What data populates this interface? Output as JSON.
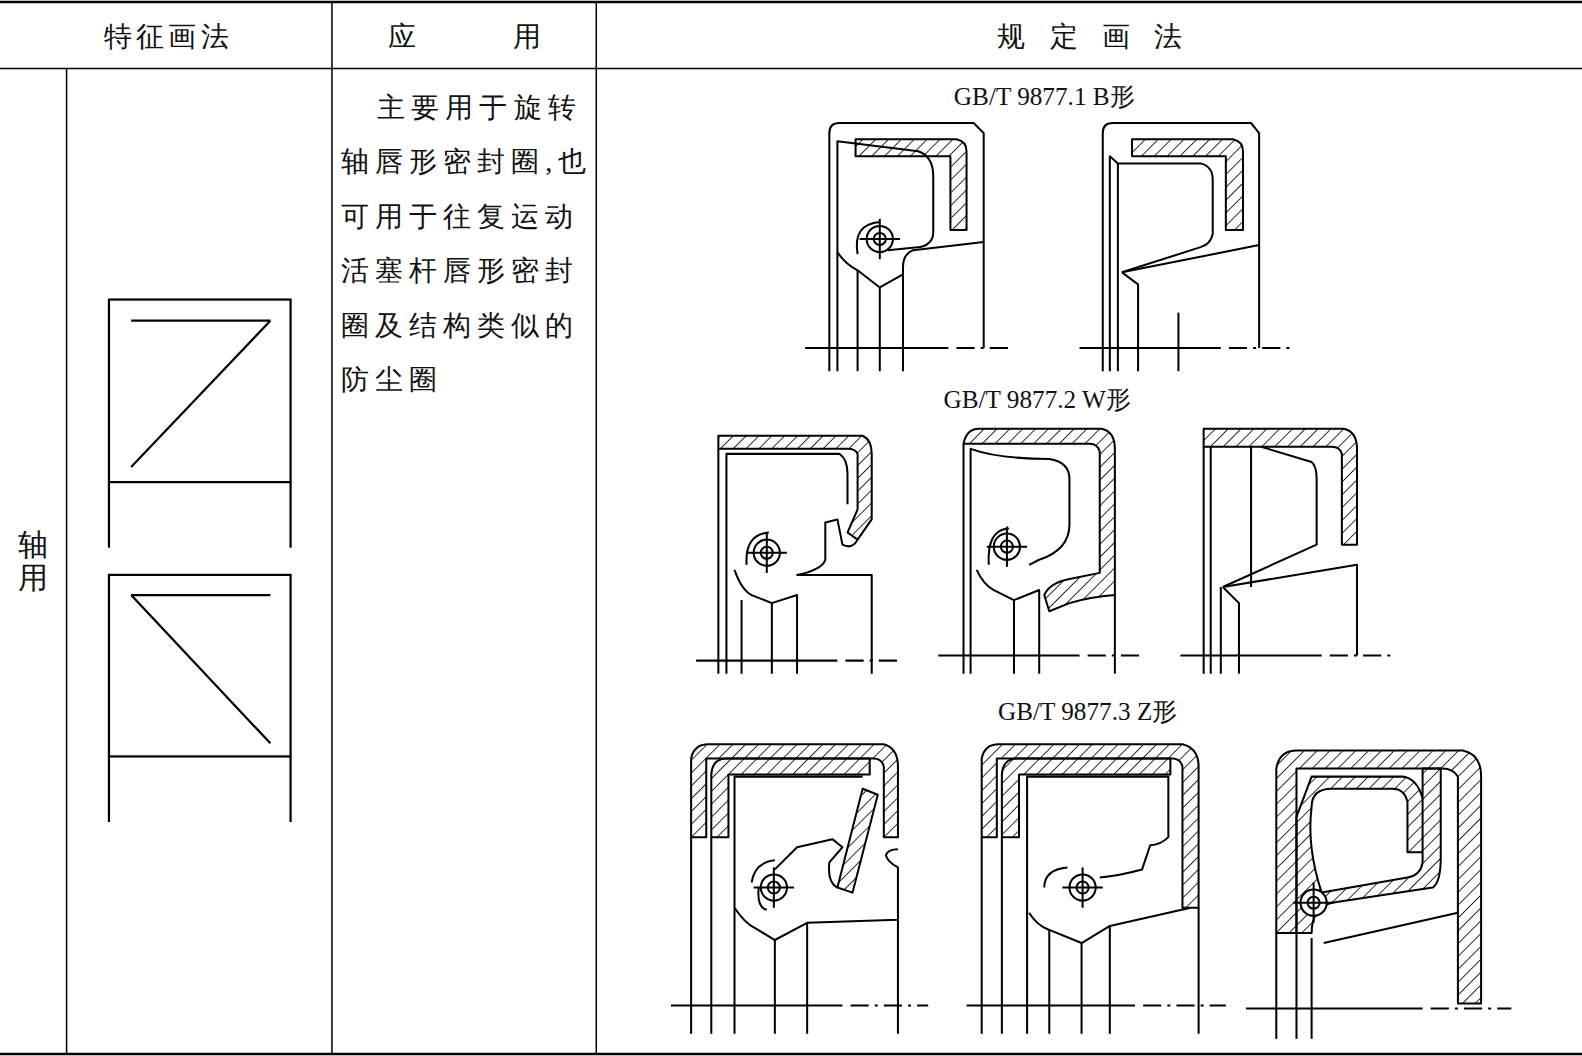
{
  "diagram": {
    "labels": [
      "特征画法",
      "应用",
      "规定画法",
      "轴用",
      "主要用于旋转轴唇形密封圈,也可用于往复运动活塞杆唇形密封圈及结构类似的防尘圈",
      "GB/T 9877.1 B形",
      "GB/T 9877.2 W形",
      "GB/T 9877.3 Z形"
    ]
  }
}
